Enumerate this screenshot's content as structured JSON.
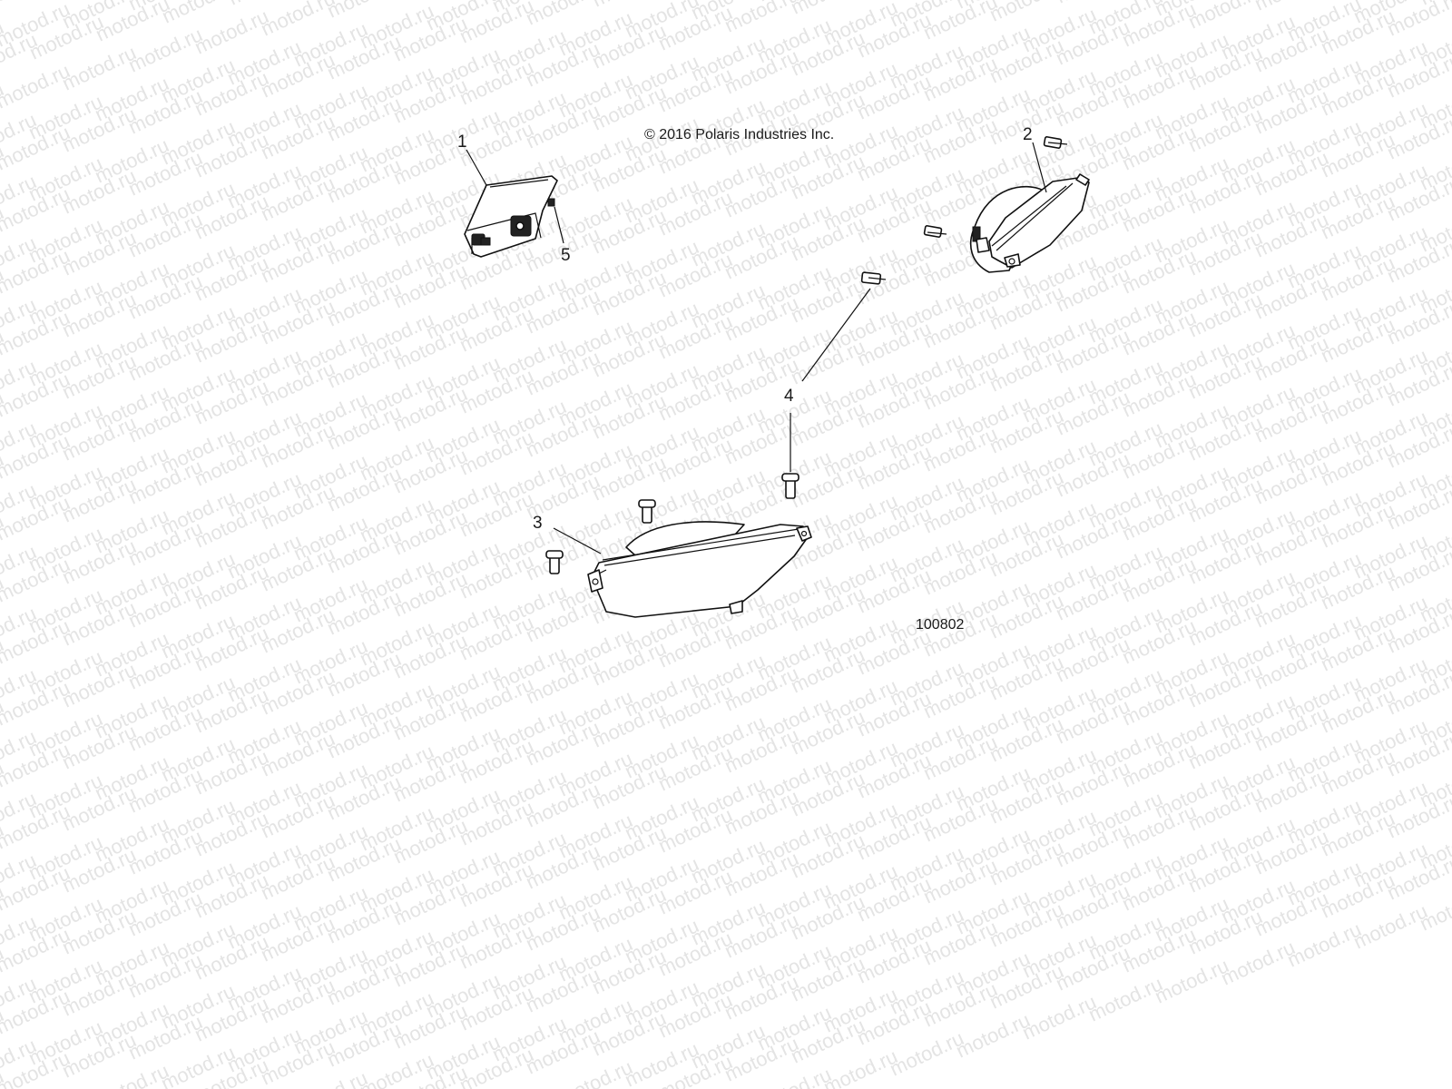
{
  "watermark": "motod.ru",
  "copyright": "© 2016 Polaris Industries Inc.",
  "diagram_number": "100802",
  "callouts": {
    "c1": "1",
    "c2": "2",
    "c3": "3",
    "c4": "4",
    "c5": "5"
  }
}
